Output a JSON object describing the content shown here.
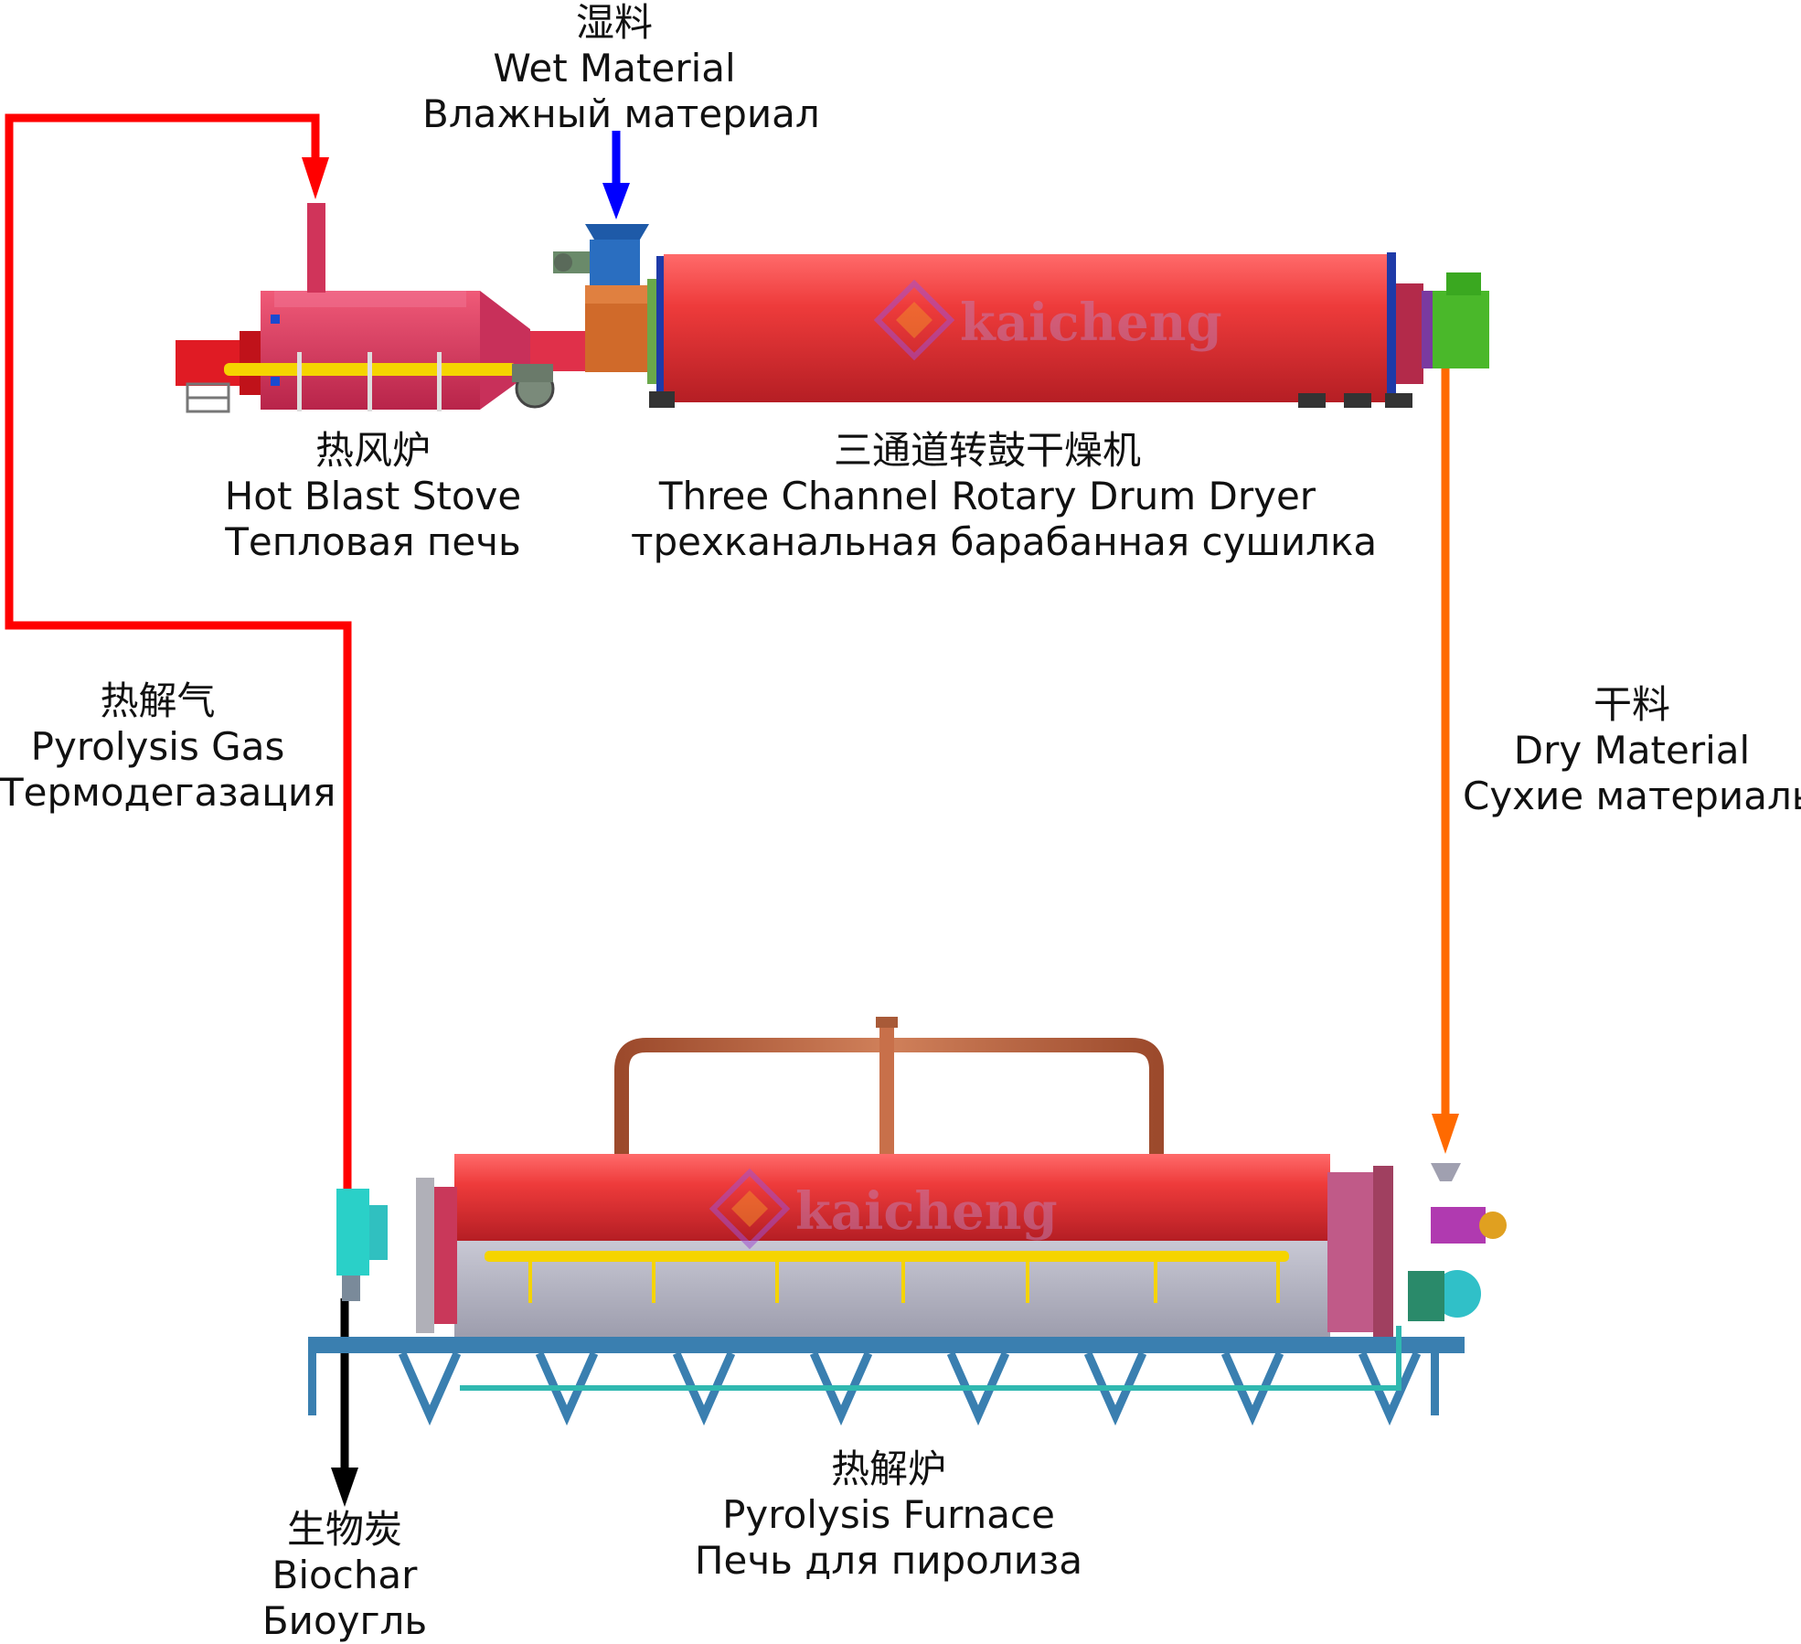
{
  "labels": {
    "wet_material": {
      "zh": "湿料",
      "en": "Wet Material",
      "ru": "Влажный материал"
    },
    "hot_blast_stove": {
      "zh": "热风炉",
      "en": "Hot Blast Stove",
      "ru": "Тепловая печь"
    },
    "dryer": {
      "zh": "三通道转鼓干燥机",
      "en": "Three Channel Rotary Drum Dryer",
      "ru": "трехканальная барабанная сушилка"
    },
    "pyrolysis_gas": {
      "zh": "热解气",
      "en": "Pyrolysis Gas",
      "ru": "Термодегазация"
    },
    "dry_material": {
      "zh": "干料",
      "en": "Dry Material",
      "ru": "Сухие материалы"
    },
    "pyrolysis_furnace": {
      "zh": "热解炉",
      "en": "Pyrolysis Furnace",
      "ru": "Печь для пиролиза"
    },
    "biochar": {
      "zh": "生物炭",
      "en": "Biochar",
      "ru": "Биоугль"
    }
  },
  "watermark": "kaicheng",
  "colors": {
    "gas_line": "#ff0000",
    "wet_arrow": "#0000ff",
    "dry_line": "#ff6a00",
    "biochar_arrow": "#000000",
    "vessel_red": "#e8303a",
    "frame_blue": "#3a7fb0"
  }
}
